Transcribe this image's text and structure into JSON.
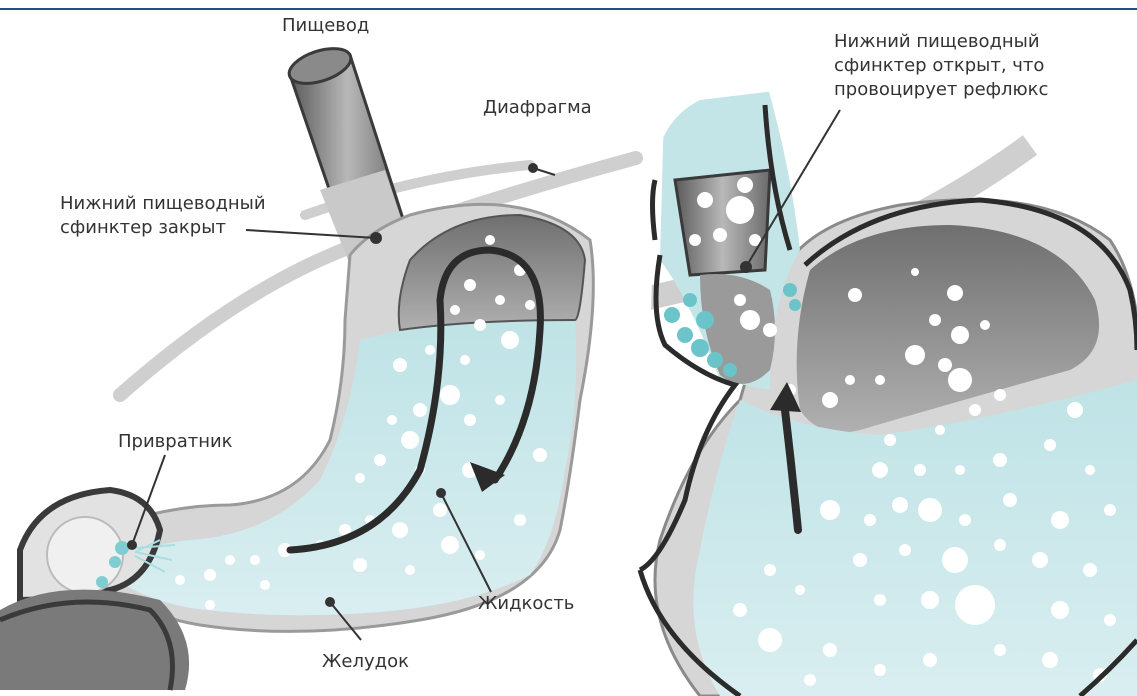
{
  "title": "",
  "labels": {
    "esophagus": "Пищевод",
    "diaphragm": "Диафрагма",
    "les_closed": "Нижний пищеводный\nсфинктер закрыт",
    "pylorus": "Привратник",
    "fluid": "Жидкость",
    "stomach": "Желудок",
    "les_open": "Нижний пищеводный\nсфинктер открыт, что\nпровоцирует рефлюкс"
  },
  "colors": {
    "accent": "#1f4e8c",
    "fluid": "#bfe3e6",
    "fluid_dark": "#8ccfd4",
    "wall_dark": "#4a4a4a",
    "wall_light": "#d4d4d4",
    "arrow": "#2b2b2b"
  }
}
